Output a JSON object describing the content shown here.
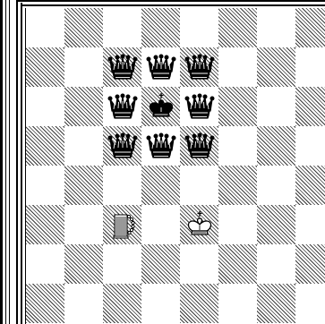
{
  "board": {
    "files": 8,
    "ranks": 8,
    "visible_file_start": 0,
    "visible_rank_start": 0,
    "pieces": [
      {
        "square": "c7",
        "color": "black",
        "type": "queen"
      },
      {
        "square": "d7",
        "color": "black",
        "type": "queen"
      },
      {
        "square": "e7",
        "color": "black",
        "type": "queen"
      },
      {
        "square": "c6",
        "color": "black",
        "type": "queen"
      },
      {
        "square": "d6",
        "color": "black",
        "type": "king"
      },
      {
        "square": "e6",
        "color": "black",
        "type": "queen"
      },
      {
        "square": "c5",
        "color": "black",
        "type": "queen"
      },
      {
        "square": "d5",
        "color": "black",
        "type": "queen"
      },
      {
        "square": "e5",
        "color": "black",
        "type": "queen"
      },
      {
        "square": "c3",
        "color": "white",
        "type": "rook"
      },
      {
        "square": "e3",
        "color": "white",
        "type": "king"
      }
    ]
  },
  "colors": {
    "light_square": "#ffffff",
    "dark_hatch": "#3a3a3a",
    "frame": "#000000"
  }
}
